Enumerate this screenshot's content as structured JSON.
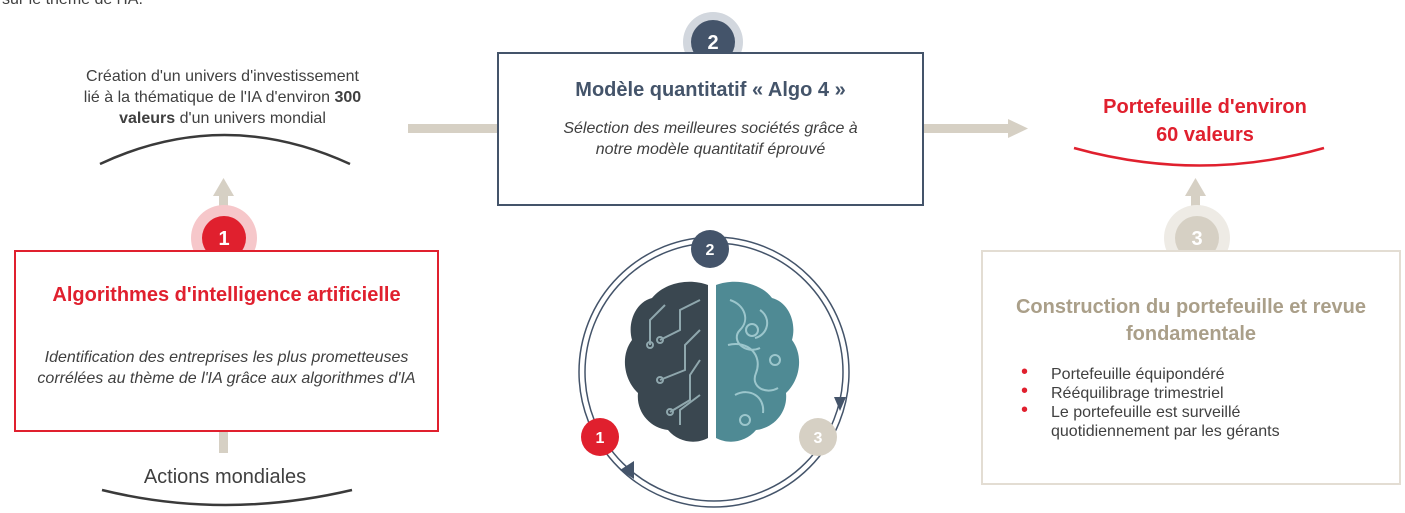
{
  "top_cut_text": "sur le thème de l'IA.",
  "univers": {
    "line1": "Création d'un univers d'investissement",
    "line2_pre": "lié à la thématique de l'IA d'environ",
    "line2_bold": "300",
    "line3_bold": "valeurs",
    "line3_post": "d'un univers mondial"
  },
  "step1": {
    "number": "1",
    "title": "Algorithmes d'intelligence artificielle",
    "description": "Identification des entreprises les plus prometteuses corrélées au thème de l'IA grâce aux algorithmes d'IA"
  },
  "actions_label": "Actions mondiales",
  "step2": {
    "number": "2",
    "title": "Modèle quantitatif « Algo 4 »",
    "description_line1": "Sélection des meilleures sociétés grâce à",
    "description_line2": "notre modèle quantitatif éprouvé"
  },
  "portfolio": {
    "line1": "Portefeuille d'environ",
    "line2": "60 valeurs"
  },
  "step3": {
    "number": "3",
    "title": "Construction du portefeuille et revue fondamentale",
    "bullets": [
      "Portefeuille équipondéré",
      "Rééquilibrage trimestriel",
      "Le portefeuille est surveillé quotidiennement par les gérants"
    ]
  },
  "cycle": {
    "n1": "1",
    "n2": "2",
    "n3": "3"
  },
  "colors": {
    "red": "#e0202e",
    "navy": "#44546a",
    "beige": "#aa9f89",
    "arrow": "#d6d0c4",
    "text": "#404040"
  }
}
